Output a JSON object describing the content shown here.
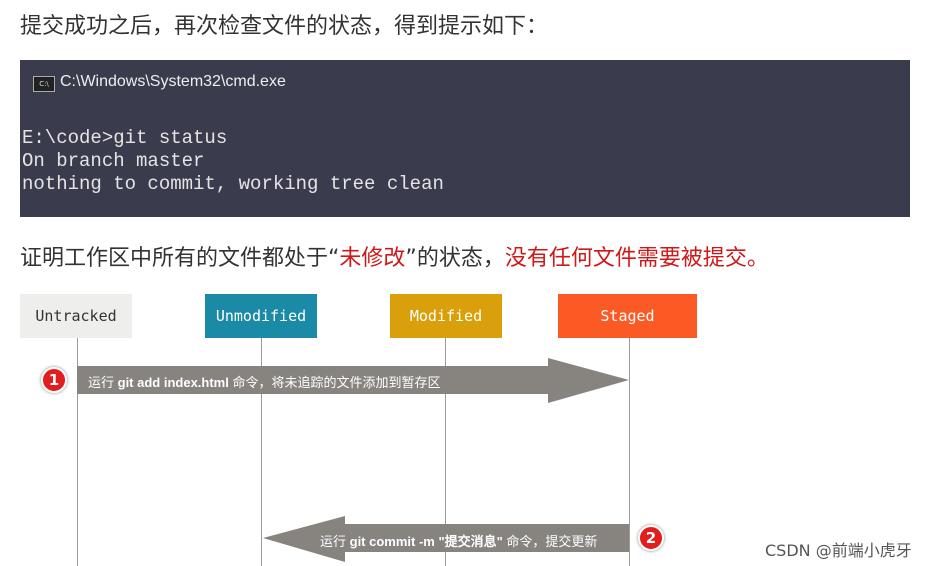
{
  "heading": "提交成功之后，再次检查文件的状态，得到提示如下：",
  "terminal": {
    "title": "C:\\Windows\\System32\\cmd.exe",
    "icon": "cmd-icon",
    "lines": [
      "E:\\code>git status",
      "On branch master",
      "nothing to commit, working tree clean"
    ]
  },
  "conclusion": {
    "part1": "证明工作区中所有的文件都处于“",
    "highlight1": "未修改",
    "part2": "”的状态，",
    "highlight2": "没有任何文件需要被提交。"
  },
  "diagram": {
    "states": [
      {
        "label": "Untracked",
        "color": "#eeeeec"
      },
      {
        "label": "Unmodified",
        "color": "#1a8aa6"
      },
      {
        "label": "Modified",
        "color": "#d9a00c"
      },
      {
        "label": "Staged",
        "color": "#fc5a24"
      }
    ],
    "steps": [
      {
        "number": "1",
        "pre": "运行 ",
        "cmd": "git add index.html",
        "post": " 命令，将未追踪的文件添加到暂存区"
      },
      {
        "number": "2",
        "pre": "运行 ",
        "cmd": "git commit -m \"提交消息\"",
        "post": " 命令，提交更新"
      }
    ]
  },
  "watermark": "CSDN @前端小虎牙"
}
